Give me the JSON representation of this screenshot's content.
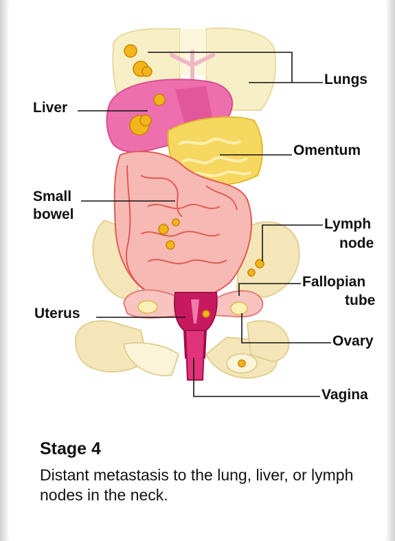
{
  "labels": {
    "lungs": "Lungs",
    "liver": "Liver",
    "omentum": "Omentum",
    "small_bowel_line1": "Small",
    "small_bowel_line2": "bowel",
    "lymph_node_line1": "Lymph",
    "lymph_node_line2": "node",
    "fallopian_line1": "Fallopian",
    "fallopian_line2": "tube",
    "uterus": "Uterus",
    "ovary": "Ovary",
    "vagina": "Vagina"
  },
  "caption": {
    "title": "Stage 4",
    "text": "Distant metastasis to the lung, liver, or lymph nodes in the neck."
  },
  "colors": {
    "lung": "#f7efc6",
    "liver": "#ee6fae",
    "omentum": "#f6d860",
    "bowel": "#f7b9b3",
    "bowel_line": "#e05a55",
    "bone": "#f4e6b8",
    "uterus": "#c8195f",
    "tumor": "#f2b51c"
  }
}
